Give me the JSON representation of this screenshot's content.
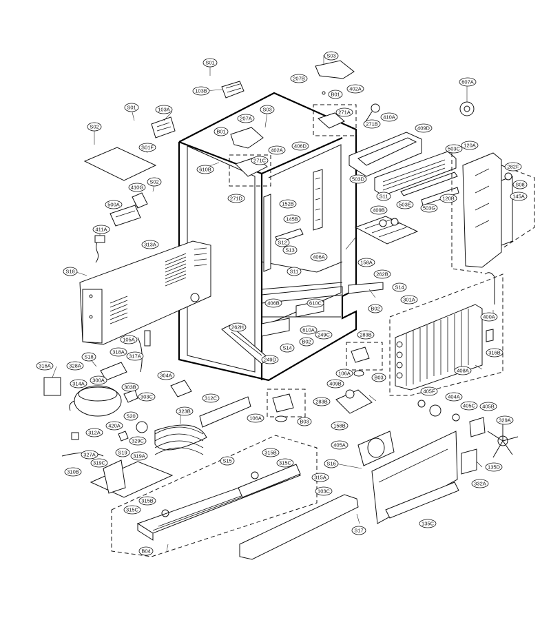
{
  "labels": [
    {
      "id": "S03a",
      "text": "S03"
    },
    {
      "id": "S01a",
      "text": "S01"
    },
    {
      "id": "S01b",
      "text": "S01"
    },
    {
      "id": "S02a",
      "text": "S02"
    },
    {
      "id": "S02b",
      "text": "S02"
    },
    {
      "id": "S03b",
      "text": "S03"
    },
    {
      "id": "103B",
      "text": "103B"
    },
    {
      "id": "103A",
      "text": "103A"
    },
    {
      "id": "207B",
      "text": "207B"
    },
    {
      "id": "402A_a",
      "text": "402A"
    },
    {
      "id": "B01a",
      "text": "B01"
    },
    {
      "id": "271A",
      "text": "271A"
    },
    {
      "id": "410A",
      "text": "410A"
    },
    {
      "id": "271B",
      "text": "271B"
    },
    {
      "id": "409D",
      "text": "409D"
    },
    {
      "id": "607A",
      "text": "607A"
    },
    {
      "id": "207A",
      "text": "207A"
    },
    {
      "id": "B01b",
      "text": "B01"
    },
    {
      "id": "402A_b",
      "text": "402A"
    },
    {
      "id": "271C",
      "text": "271C"
    },
    {
      "id": "271D",
      "text": "271D"
    },
    {
      "id": "406D",
      "text": "406D"
    },
    {
      "id": "610B",
      "text": "610B"
    },
    {
      "id": "S01F",
      "text": "S01F"
    },
    {
      "id": "410G",
      "text": "410G"
    },
    {
      "id": "500A",
      "text": "500A"
    },
    {
      "id": "411A",
      "text": "411A"
    },
    {
      "id": "313A",
      "text": "313A"
    },
    {
      "id": "S18a",
      "text": "S18"
    },
    {
      "id": "152B",
      "text": "152B"
    },
    {
      "id": "145B",
      "text": "145B"
    },
    {
      "id": "S12",
      "text": "S12"
    },
    {
      "id": "S13",
      "text": "S13"
    },
    {
      "id": "406A",
      "text": "406A"
    },
    {
      "id": "S11a",
      "text": "S11"
    },
    {
      "id": "503D",
      "text": "503D"
    },
    {
      "id": "S11b",
      "text": "S11"
    },
    {
      "id": "503E",
      "text": "503E"
    },
    {
      "id": "503G",
      "text": "503G"
    },
    {
      "id": "503C",
      "text": "503C"
    },
    {
      "id": "120A",
      "text": "120A"
    },
    {
      "id": "120B",
      "text": "120B"
    },
    {
      "id": "282F",
      "text": "282F"
    },
    {
      "id": "S08",
      "text": "S08"
    },
    {
      "id": "145A",
      "text": "145A"
    },
    {
      "id": "409B_a",
      "text": "409B"
    },
    {
      "id": "158A",
      "text": "158A"
    },
    {
      "id": "262B",
      "text": "262B"
    },
    {
      "id": "S14a",
      "text": "S14"
    },
    {
      "id": "B02a",
      "text": "B02"
    },
    {
      "id": "301A",
      "text": "301A"
    },
    {
      "id": "406B",
      "text": "406B"
    },
    {
      "id": "610C",
      "text": "610C"
    },
    {
      "id": "262H",
      "text": "262H"
    },
    {
      "id": "610A",
      "text": "610A"
    },
    {
      "id": "249C",
      "text": "249C"
    },
    {
      "id": "B02b",
      "text": "B02"
    },
    {
      "id": "S14b",
      "text": "S14"
    },
    {
      "id": "249D",
      "text": "249D"
    },
    {
      "id": "283B_a",
      "text": "283B"
    },
    {
      "id": "106A_a",
      "text": "106A"
    },
    {
      "id": "B03a",
      "text": "B03"
    },
    {
      "id": "400A",
      "text": "400A"
    },
    {
      "id": "316B",
      "text": "316B"
    },
    {
      "id": "408A",
      "text": "408A"
    },
    {
      "id": "105A",
      "text": "105A"
    },
    {
      "id": "318A",
      "text": "318A"
    },
    {
      "id": "S18b",
      "text": "S18"
    },
    {
      "id": "317A",
      "text": "317A"
    },
    {
      "id": "328A",
      "text": "328A"
    },
    {
      "id": "316A",
      "text": "316A"
    },
    {
      "id": "314A",
      "text": "314A"
    },
    {
      "id": "300A",
      "text": "300A"
    },
    {
      "id": "304A",
      "text": "304A"
    },
    {
      "id": "303B",
      "text": "303B"
    },
    {
      "id": "303C",
      "text": "303C"
    },
    {
      "id": "312C",
      "text": "312C"
    },
    {
      "id": "409B_b",
      "text": "409B"
    },
    {
      "id": "283B_b",
      "text": "283B"
    },
    {
      "id": "106A_b",
      "text": "106A"
    },
    {
      "id": "B03b",
      "text": "B03"
    },
    {
      "id": "158B",
      "text": "158B"
    },
    {
      "id": "405F",
      "text": "405F"
    },
    {
      "id": "404A",
      "text": "404A"
    },
    {
      "id": "405C",
      "text": "405C"
    },
    {
      "id": "405B",
      "text": "405B"
    },
    {
      "id": "329A",
      "text": "329A"
    },
    {
      "id": "S20",
      "text": "S20"
    },
    {
      "id": "323B",
      "text": "323B"
    },
    {
      "id": "420A",
      "text": "420A"
    },
    {
      "id": "329C",
      "text": "329C"
    },
    {
      "id": "312A",
      "text": "312A"
    },
    {
      "id": "S19",
      "text": "S19"
    },
    {
      "id": "327A",
      "text": "327A"
    },
    {
      "id": "319A",
      "text": "319A"
    },
    {
      "id": "319C",
      "text": "319C"
    },
    {
      "id": "310B",
      "text": "310B"
    },
    {
      "id": "S15",
      "text": "S15"
    },
    {
      "id": "315B_a",
      "text": "315B"
    },
    {
      "id": "315C_a",
      "text": "315C"
    },
    {
      "id": "315A",
      "text": "315A"
    },
    {
      "id": "405A",
      "text": "405A"
    },
    {
      "id": "S16",
      "text": "S16"
    },
    {
      "id": "135D",
      "text": "135D"
    },
    {
      "id": "332A",
      "text": "332A"
    },
    {
      "id": "103C",
      "text": "103C"
    },
    {
      "id": "315B_b",
      "text": "315B"
    },
    {
      "id": "315C_b",
      "text": "315C"
    },
    {
      "id": "S17",
      "text": "S17"
    },
    {
      "id": "135C",
      "text": "135C"
    },
    {
      "id": "B04",
      "text": "B04"
    }
  ]
}
